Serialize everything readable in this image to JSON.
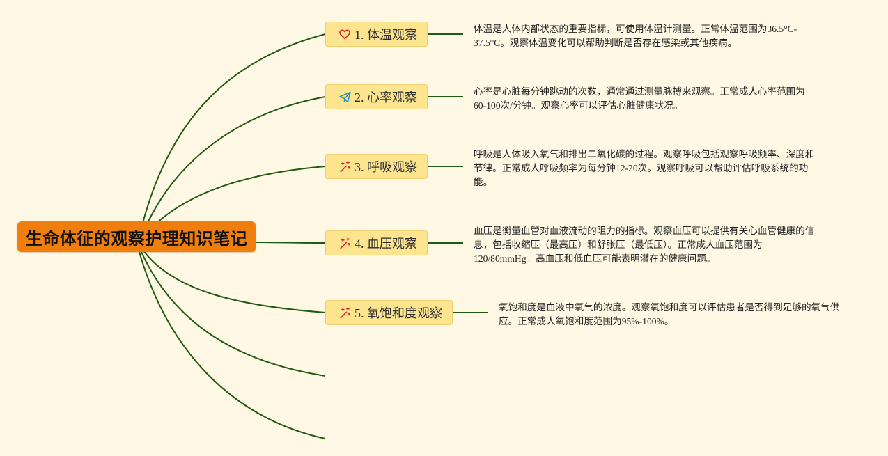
{
  "root": {
    "title": "生命体征的观察护理知识笔记"
  },
  "topics": [
    {
      "label": "1. 体温观察",
      "icon": "heart-icon",
      "note": "体温是人体内部状态的重要指标，可使用体温计测量。正常体温范围为36.5°C-37.5°C。观察体温变化可以帮助判断是否存在感染或其他疾病。"
    },
    {
      "label": "2. 心率观察",
      "icon": "paper-plane-icon",
      "note": "心率是心脏每分钟跳动的次数，通常通过测量脉搏来观察。正常成人心率范围为60-100次/分钟。观察心率可以评估心脏健康状况。"
    },
    {
      "label": "3. 呼吸观察",
      "icon": "sparkle-wand-icon",
      "note": "呼吸是人体吸入氧气和排出二氧化碳的过程。观察呼吸包括观察呼吸频率、深度和节律。正常成人呼吸频率为每分钟12-20次。观察呼吸可以帮助评估呼吸系统的功能。"
    },
    {
      "label": "4. 血压观察",
      "icon": "sparkle-wand-icon",
      "note": "血压是衡量血管对血液流动的阻力的指标。观察血压可以提供有关心血管健康的信息，包括收缩压（最高压）和舒张压（最低压）。正常成人血压范围为120/80mmHg。高血压和低血压可能表明潜在的健康问题。"
    },
    {
      "label": "5. 氧饱和度观察",
      "icon": "sparkle-wand-icon",
      "note": "氧饱和度是血液中氧气的浓度。观察氧饱和度可以评估患者是否得到足够的氧气供应。正常成人氧饱和度范围为95%-100%。"
    }
  ],
  "colors": {
    "background": "#fef8e4",
    "root_fill": "#f07e0c",
    "topic_fill": "#fde58f",
    "connector": "#1f5a12",
    "heart_icon": "#d8262e",
    "plane_icon": "#2b8fb5",
    "wand_icon": "#d8262e"
  }
}
